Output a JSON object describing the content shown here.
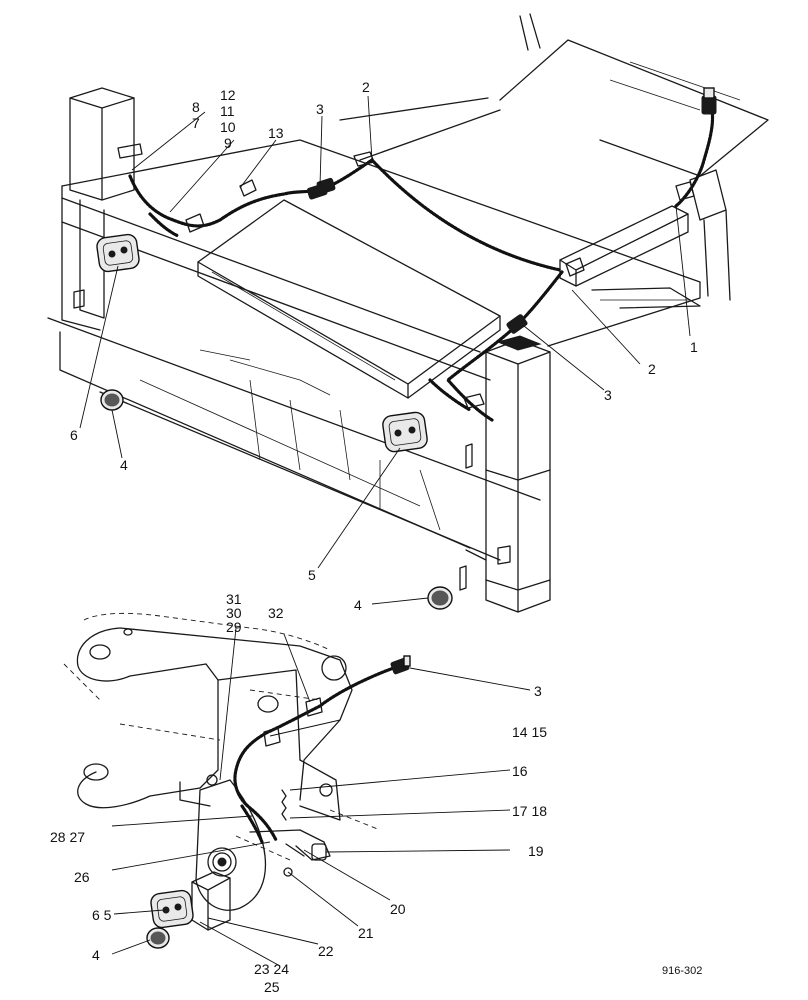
{
  "diagram": {
    "reference_code": "916-302",
    "callouts": {
      "c8": "8",
      "c7": "7",
      "c12": "12",
      "c11": "11",
      "c10": "10",
      "c9": "9",
      "c13": "13",
      "c3_top": "3",
      "c2_top": "2",
      "c1": "1",
      "c2_right": "2",
      "c3_right": "3",
      "c6_top": "6",
      "c4_top": "4",
      "c5_top": "5",
      "c4_mid": "4",
      "c31": "31",
      "c30": "30",
      "c29": "29",
      "c32": "32",
      "c3_bottom": "3",
      "c14_15": "14 15",
      "c16": "16",
      "c17_18": "17 18",
      "c19": "19",
      "c28_27": "28 27",
      "c26": "26",
      "c20": "20",
      "c21": "21",
      "c6_5": "6 5",
      "c22": "22",
      "c4_bottom": "4",
      "c23_24": "23 24",
      "c25": "25"
    }
  }
}
